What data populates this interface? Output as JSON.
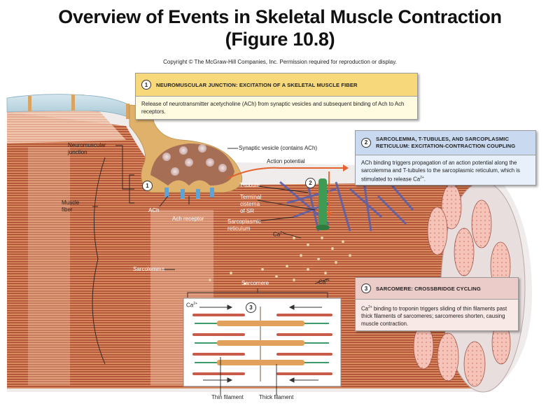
{
  "title": {
    "line1": "Overview of Events in Skeletal Muscle Contraction",
    "line2": "(Figure 10.8)"
  },
  "copyright": "Copyright © The McGraw-Hill Companies, Inc. Permission required for reproduction or display.",
  "steps": [
    {
      "number": "1",
      "heading": "NEUROMUSCULAR JUNCTION: EXCITATION OF A SKELETAL MUSCLE FIBER",
      "body": "Release of neurotransmitter acetycholine (ACh) from synaptic vesicles and subsequent binding of Ach to Ach receptors.",
      "color": "#f7d97c"
    },
    {
      "number": "2",
      "heading_line1": "SARCOLEMMA, T-TUBULES, AND SARCOPLASMIC",
      "heading_line2": "RETICULUM: EXCITATION-CONTRACTION COUPLING",
      "body_pre": "ACh binding triggers propagation of an action potential along the sarcolemma and T-tubules to the sarcoplasmic reticulum, which is stimulated to release Ca",
      "body_sup": "2+",
      "body_post": ".",
      "color": "#c9daf0"
    },
    {
      "number": "3",
      "heading": "SARCOMERE: CROSSBRIDGE CYCLING",
      "body_pre": "Ca",
      "body_sup": "2+",
      "body_post": " binding to troponin triggers sliding of thin filaments past thick filaments of sarcomeres; sarcomeres shorten, causing muscle contraction.",
      "color": "#ecccc9"
    }
  ],
  "labels": {
    "neuromuscular_junction": "Neuromuscular\njunction",
    "nmj_line1": "Neuromuscular",
    "nmj_line2": "junction",
    "muscle_fiber_line1": "Muscle",
    "muscle_fiber_line2": "fiber",
    "synaptic_vesicle": "Synaptic vesicle (contains ACh)",
    "action_potential": "Action potential",
    "t_tubule": "T-tubule",
    "terminal_cisterna_line1": "Terminal",
    "terminal_cisterna_line2": "cisterna",
    "terminal_cisterna_line3": "of SR",
    "sarcoplasmic_reticulum_line1": "Sarcoplasmic",
    "sarcoplasmic_reticulum_line2": "reticulum",
    "ach": "ACh",
    "ach_receptor": "Ach receptor",
    "sarcolemma": "Sarcolemma",
    "sarcomere": "Sarcomere",
    "ca": "Ca",
    "ca_sup": "2+",
    "thin_filament": "Thin filament",
    "thick_filament": "Thick filament"
  },
  "markers": [
    "1",
    "2",
    "3"
  ]
}
